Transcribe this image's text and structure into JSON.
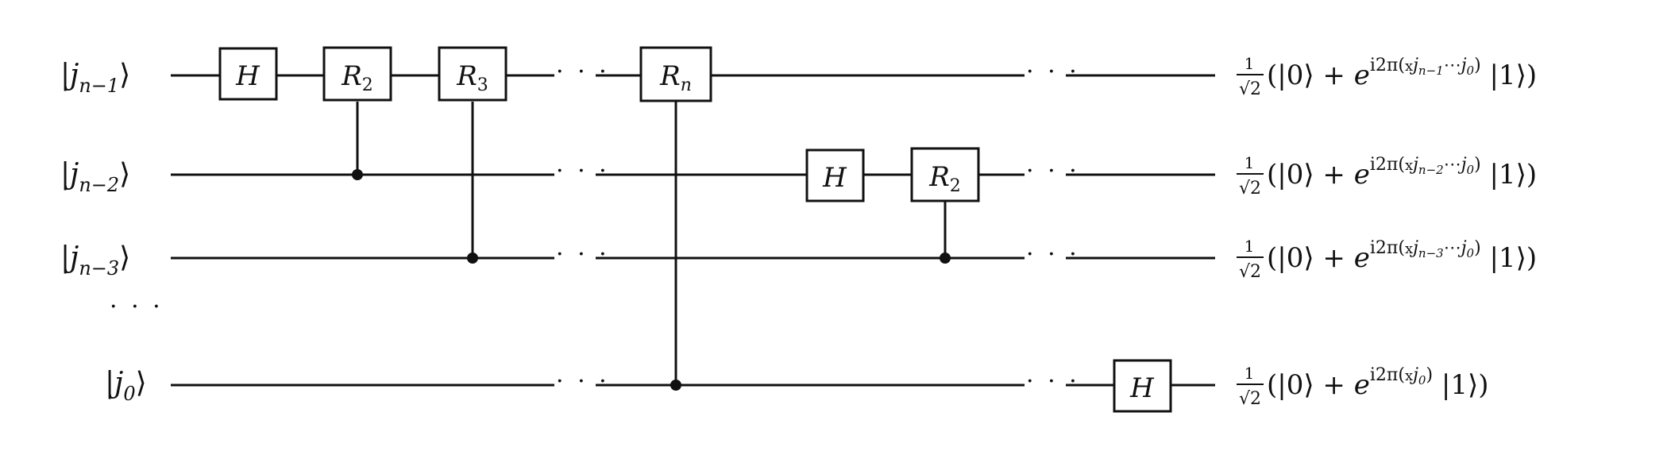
{
  "inputs": [
    {
      "prefix": "|",
      "var": "j",
      "sub": "n−1",
      "suffix": "⟩"
    },
    {
      "prefix": "|",
      "var": "j",
      "sub": "n−2",
      "suffix": "⟩"
    },
    {
      "prefix": "|",
      "var": "j",
      "sub": "n−3",
      "suffix": "⟩"
    },
    {
      "prefix": "|",
      "var": "j",
      "sub": "0",
      "suffix": "⟩"
    }
  ],
  "ellipsis": "· · ·",
  "gates": {
    "h": {
      "base": "H",
      "sub": ""
    },
    "r2": {
      "base": "R",
      "sub": "2"
    },
    "r3": {
      "base": "R",
      "sub": "3"
    },
    "rn": {
      "base": "R",
      "sub": "n"
    }
  },
  "outputs": [
    {
      "frac_num": "1",
      "frac_den": "√2",
      "open": "(|0⟩ + ",
      "e": "e",
      "exp": "i2π(",
      "exp_dot": "x",
      "exp_var": "j",
      "exp_sub": "n−1",
      "exp_mid": "⋯",
      "exp_var2": "j",
      "exp_sub2": "0",
      "exp_close": ")",
      "close": " |1⟩)"
    },
    {
      "frac_num": "1",
      "frac_den": "√2",
      "open": "(|0⟩ + ",
      "e": "e",
      "exp": "i2π(",
      "exp_dot": "x",
      "exp_var": "j",
      "exp_sub": "n−2",
      "exp_mid": "⋯",
      "exp_var2": "j",
      "exp_sub2": "0",
      "exp_close": ")",
      "close": " |1⟩)"
    },
    {
      "frac_num": "1",
      "frac_den": "√2",
      "open": "(|0⟩ + ",
      "e": "e",
      "exp": "i2π(",
      "exp_dot": "x",
      "exp_var": "j",
      "exp_sub": "n−3",
      "exp_mid": "⋯",
      "exp_var2": "j",
      "exp_sub2": "0",
      "exp_close": ")",
      "close": " |1⟩)"
    },
    {
      "frac_num": "1",
      "frac_den": "√2",
      "open": "(|0⟩ + ",
      "e": "e",
      "exp": "i2π(",
      "exp_dot": "x",
      "exp_var": "j",
      "exp_sub": "0",
      "exp_close": ")",
      "close": " |1⟩)"
    }
  ]
}
